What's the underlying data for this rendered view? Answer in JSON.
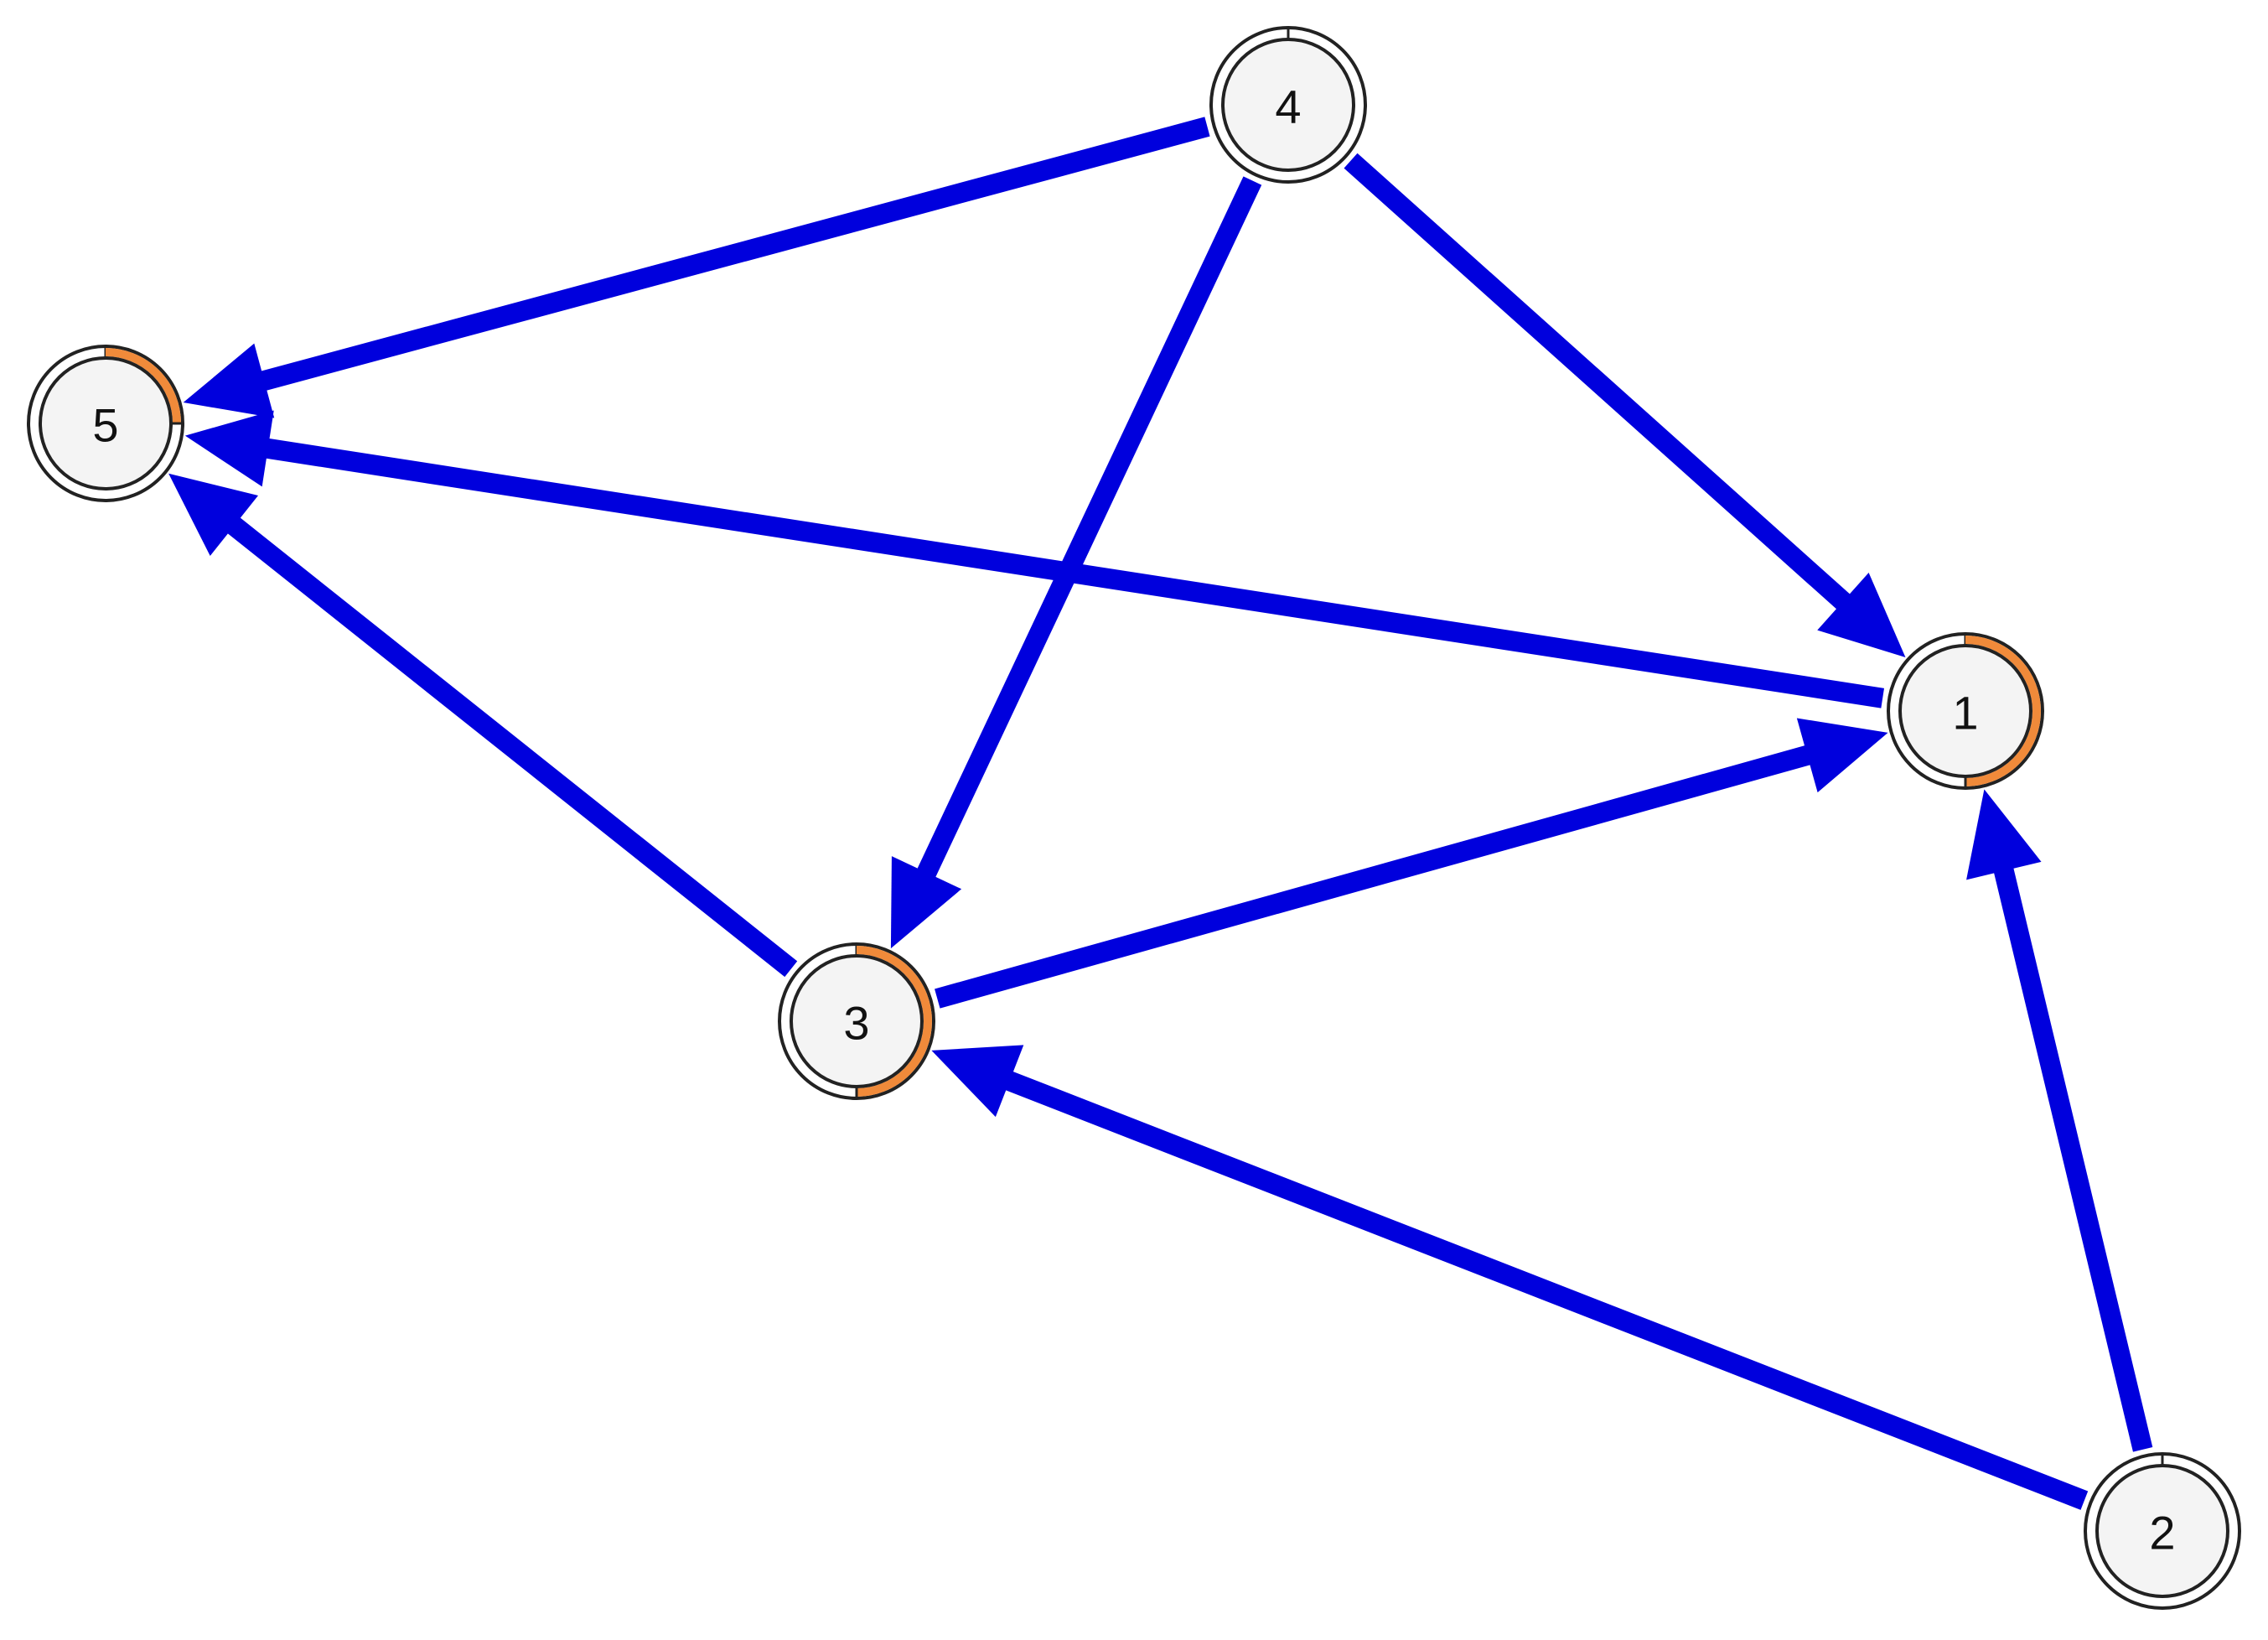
{
  "nodes": [
    {
      "id": "1",
      "label": "1",
      "ring_fraction": 0.5
    },
    {
      "id": "2",
      "label": "2",
      "ring_fraction": 0
    },
    {
      "id": "3",
      "label": "3",
      "ring_fraction": 0.5
    },
    {
      "id": "4",
      "label": "4",
      "ring_fraction": 0
    },
    {
      "id": "5",
      "label": "5",
      "ring_fraction": 0.25
    }
  ],
  "edges": [
    {
      "from": "4",
      "to": "5"
    },
    {
      "from": "4",
      "to": "1"
    },
    {
      "from": "4",
      "to": "3"
    },
    {
      "from": "1",
      "to": "5"
    },
    {
      "from": "3",
      "to": "5"
    },
    {
      "from": "3",
      "to": "1"
    },
    {
      "from": "2",
      "to": "3"
    },
    {
      "from": "2",
      "to": "1"
    }
  ],
  "colors": {
    "edge": "#0000dd",
    "node_fill": "#f4f4f4",
    "node_stroke": "#222222",
    "ring_highlight": "#f08a3a"
  }
}
